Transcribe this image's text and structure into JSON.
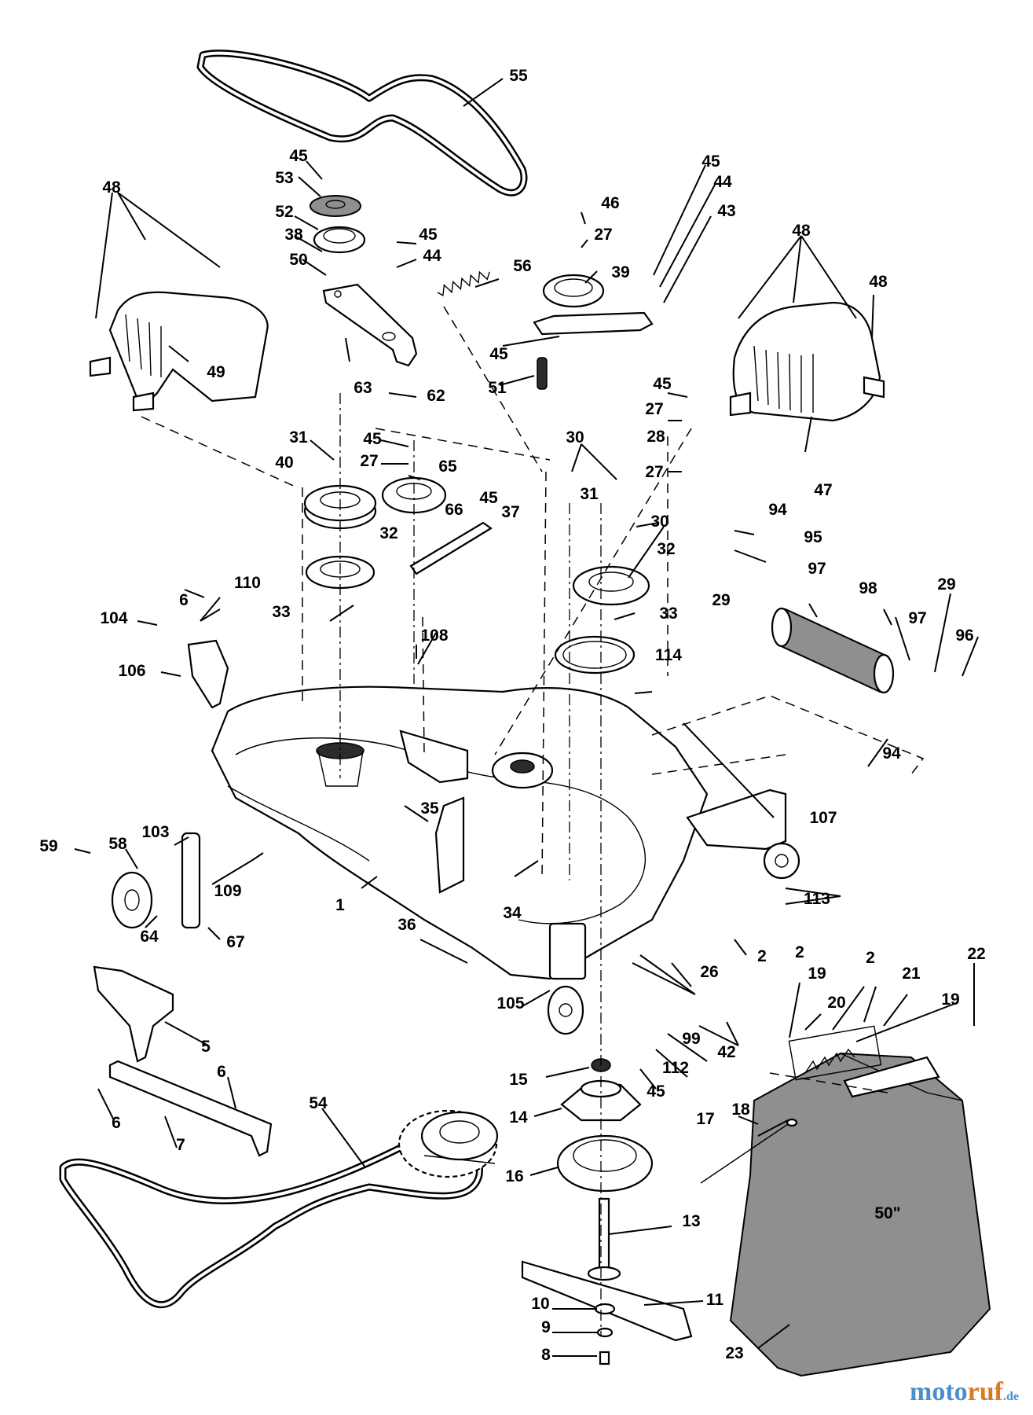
{
  "callouts": [
    "1",
    "2",
    "5",
    "6",
    "7",
    "8",
    "9",
    "10",
    "11",
    "13",
    "14",
    "15",
    "16",
    "17",
    "18",
    "19",
    "20",
    "21",
    "22",
    "23",
    "26",
    "27",
    "28",
    "29",
    "30",
    "31",
    "32",
    "33",
    "34",
    "35",
    "36",
    "37",
    "38",
    "39",
    "40",
    "42",
    "43",
    "44",
    "45",
    "46",
    "47",
    "48",
    "49",
    "50",
    "51",
    "52",
    "53",
    "54",
    "55",
    "56",
    "58",
    "59",
    "62",
    "63",
    "64",
    "65",
    "66",
    "67",
    "94",
    "95",
    "96",
    "97",
    "98",
    "99",
    "103",
    "104",
    "105",
    "106",
    "107",
    "108",
    "109",
    "110",
    "112",
    "113",
    "114"
  ],
  "deflector_marking": "50\"",
  "watermark": {
    "brand_a": "moto",
    "brand_b": "ruf",
    "tld": ".de"
  }
}
